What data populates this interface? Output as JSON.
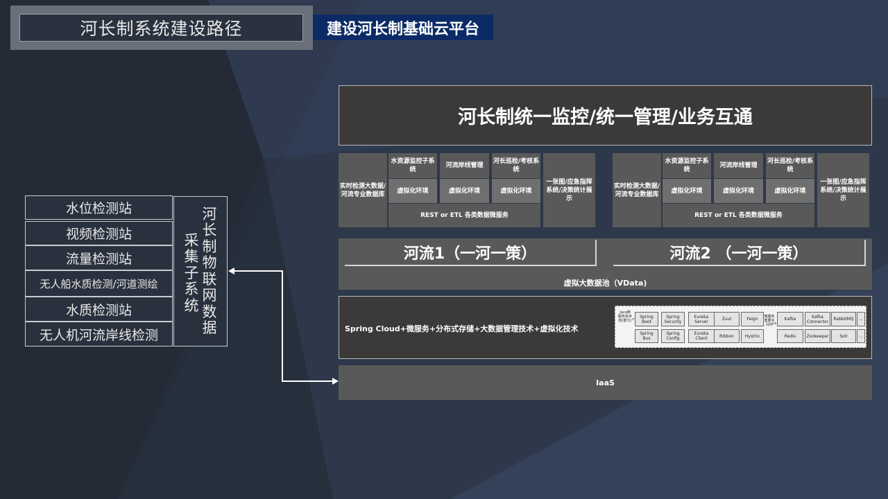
{
  "header": {
    "title": "河长制系统建设路径",
    "subtitle": "建设河长制基础云平台"
  },
  "stations": [
    "水位检测站",
    "视频检测站",
    "流量检测站",
    "无人船水质检测/河道测绘",
    "水质检测站",
    "无人机河流岸线检测"
  ],
  "iot": {
    "col1": "河长制物联网数据",
    "col2": "采集子系统"
  },
  "platform": {
    "top": "河长制统一监控/统一管理/业务互通",
    "group1": {
      "db": "实时检测大数据/河流专业数据库",
      "sub1": "水资源监控子系统",
      "sub2": "河流岸线管理",
      "sub3": "河长巡检/考核系统",
      "virt1": "虚拟化环境",
      "virt2": "虚拟化环境",
      "virt3": "虚拟化环境",
      "rest": "REST  or  ETL 各类数据微服务",
      "map": "一张图/应急指挥系统/决策统计展示"
    },
    "group2": {
      "db": "实时检测大数据/河流专业数据库",
      "sub1": "水资源监控子系统",
      "sub2": "河流岸线管理",
      "sub3": "河长巡检/考核系统",
      "virt1": "虚拟化环境",
      "virt2": "虚拟化环境",
      "virt3": "虚拟化环境",
      "rest": "REST  or  ETL 各类数据微服务",
      "map": "一张图/应急指挥系统/决策统计展示"
    },
    "river1": "河流1（一河一策）",
    "river2": "河流2 （一河一策）",
    "vdata": "虚拟大数据池（VData)",
    "spring": "Spring Cloud+微服务+分布式存储+大数据管理技术+虚拟化技术",
    "iaas": "IaaS"
  },
  "tech": {
    "left_label": "Java微服务技术栈(部分)",
    "mid_label": "微服务重要中间件",
    "row1": [
      "Spring Boot",
      "Spring Security",
      "Eureka Server",
      "Zuul",
      "Feign"
    ],
    "row2": [
      "Spring Bus",
      "Spring Config",
      "Eureka Client",
      "Ribbon",
      "Hystrix"
    ],
    "mid_row1": [
      "Kafka",
      "Kafka Connector",
      "RabbitMQ",
      "..."
    ],
    "mid_row2": [
      "Redis",
      "Zookeeper",
      "Solr",
      "..."
    ]
  },
  "colors": {
    "background": "#2b3443",
    "subtitle_bg": "#0c2b66",
    "module_gray": "#595959",
    "panel_dark": "#3b3a39"
  }
}
